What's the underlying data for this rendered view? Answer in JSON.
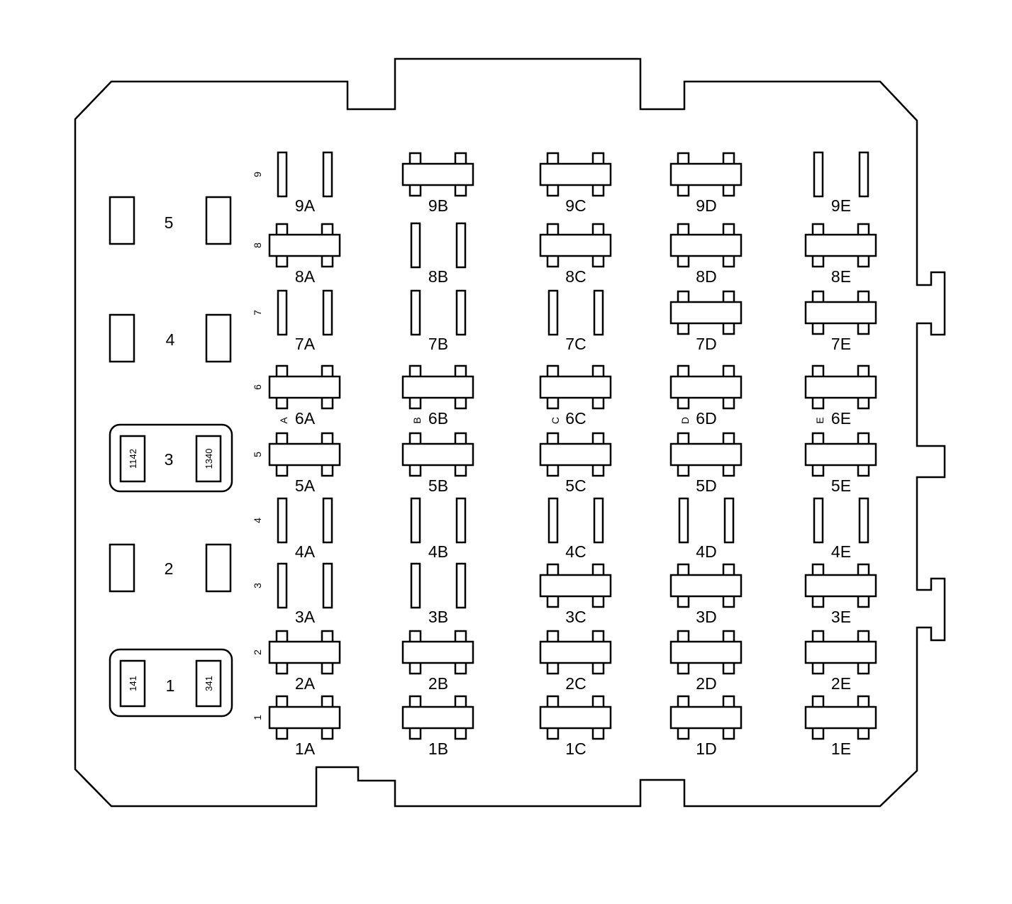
{
  "colors": {
    "line": "#000000",
    "background": "#ffffff"
  },
  "relays": [
    {
      "number": "5",
      "left_label": "",
      "right_label": ""
    },
    {
      "number": "4",
      "left_label": "",
      "right_label": ""
    },
    {
      "number": "3",
      "left_label": "1142",
      "right_label": "1340"
    },
    {
      "number": "2",
      "left_label": "",
      "right_label": ""
    },
    {
      "number": "1",
      "left_label": "141",
      "right_label": "341"
    }
  ],
  "row_labels": [
    "9",
    "8",
    "7",
    "6",
    "5",
    "4",
    "3",
    "2",
    "1"
  ],
  "column_letters": [
    "A",
    "B",
    "C",
    "D",
    "E"
  ],
  "cells": [
    [
      "9A",
      "9B",
      "9C",
      "9D",
      "9E"
    ],
    [
      "8A",
      "8B",
      "8C",
      "8D",
      "8E"
    ],
    [
      "7A",
      "7B",
      "7C",
      "7D",
      "7E"
    ],
    [
      "6A",
      "6B",
      "6C",
      "6D",
      "6E"
    ],
    [
      "5A",
      "5B",
      "5C",
      "5D",
      "5E"
    ],
    [
      "4A",
      "4B",
      "4C",
      "4D",
      "4E"
    ],
    [
      "3A",
      "3B",
      "3C",
      "3D",
      "3E"
    ],
    [
      "2A",
      "2B",
      "2C",
      "2D",
      "2E"
    ],
    [
      "1A",
      "1B",
      "1C",
      "1D",
      "1E"
    ]
  ],
  "cell_types": [
    [
      "slots",
      "fuse",
      "fuse",
      "fuse",
      "slots"
    ],
    [
      "fuse",
      "slots",
      "fuse",
      "fuse",
      "fuse"
    ],
    [
      "slots",
      "slots",
      "slots",
      "fuse",
      "fuse"
    ],
    [
      "fuse",
      "fuse",
      "fuse",
      "fuse",
      "fuse"
    ],
    [
      "fuse",
      "fuse",
      "fuse",
      "fuse",
      "fuse"
    ],
    [
      "slots",
      "slots",
      "slots",
      "slots",
      "slots"
    ],
    [
      "slots",
      "slots",
      "fuse",
      "fuse",
      "fuse"
    ],
    [
      "fuse",
      "fuse",
      "fuse",
      "fuse",
      "fuse"
    ],
    [
      "fuse",
      "fuse",
      "fuse",
      "fuse",
      "fuse"
    ]
  ]
}
